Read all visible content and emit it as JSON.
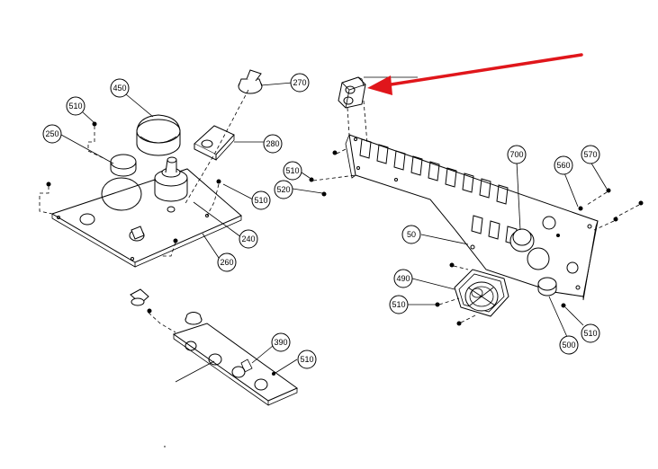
{
  "diagram": {
    "accent_color": "#e0161b",
    "callouts": [
      {
        "id": "c450",
        "label": "450"
      },
      {
        "id": "c510a",
        "label": "510"
      },
      {
        "id": "c250",
        "label": "250"
      },
      {
        "id": "c270",
        "label": "270"
      },
      {
        "id": "c280",
        "label": "280"
      },
      {
        "id": "c510b",
        "label": "510"
      },
      {
        "id": "c240",
        "label": "240"
      },
      {
        "id": "c260",
        "label": "260"
      },
      {
        "id": "c510c",
        "label": "510"
      },
      {
        "id": "c520",
        "label": "520"
      },
      {
        "id": "c700",
        "label": "700"
      },
      {
        "id": "c560",
        "label": "560"
      },
      {
        "id": "c570",
        "label": "570"
      },
      {
        "id": "c50",
        "label": "50"
      },
      {
        "id": "c490",
        "label": "490"
      },
      {
        "id": "c510d",
        "label": "510"
      },
      {
        "id": "c500",
        "label": "500"
      },
      {
        "id": "c510e",
        "label": "510"
      },
      {
        "id": "c390",
        "label": "390"
      },
      {
        "id": "c510f",
        "label": "510"
      }
    ]
  }
}
